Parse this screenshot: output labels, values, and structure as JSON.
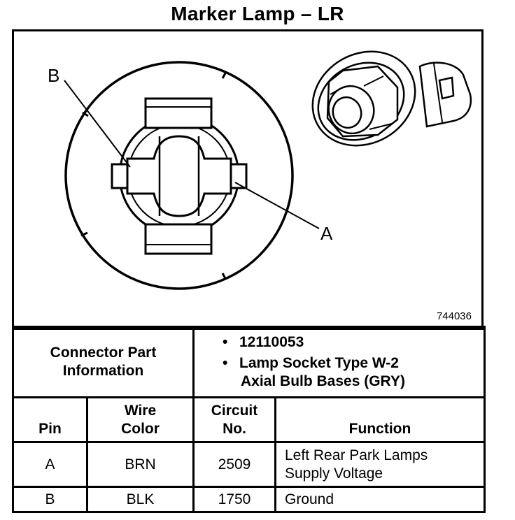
{
  "title": "Marker Lamp – LR",
  "figure_id": "744036",
  "callouts": {
    "b": "B",
    "a": "A"
  },
  "connector_info": {
    "label_line1": "Connector Part",
    "label_line2": "Information",
    "bullet": "•",
    "part_number": "12110053",
    "description_line1": "Lamp Socket Type W-2",
    "description_line2": "Axial Bulb Bases (GRY)"
  },
  "table": {
    "headers": {
      "pin": "Pin",
      "wire_color_1": "Wire",
      "wire_color_2": "Color",
      "circuit_1": "Circuit",
      "circuit_2": "No.",
      "function": "Function"
    },
    "rows": [
      {
        "pin": "A",
        "wire_color": "BRN",
        "circuit": "2509",
        "function_line1": "Left Rear Park Lamps",
        "function_line2": "Supply Voltage"
      },
      {
        "pin": "B",
        "wire_color": "BLK",
        "circuit": "1750",
        "function_line1": "Ground",
        "function_line2": ""
      }
    ]
  }
}
